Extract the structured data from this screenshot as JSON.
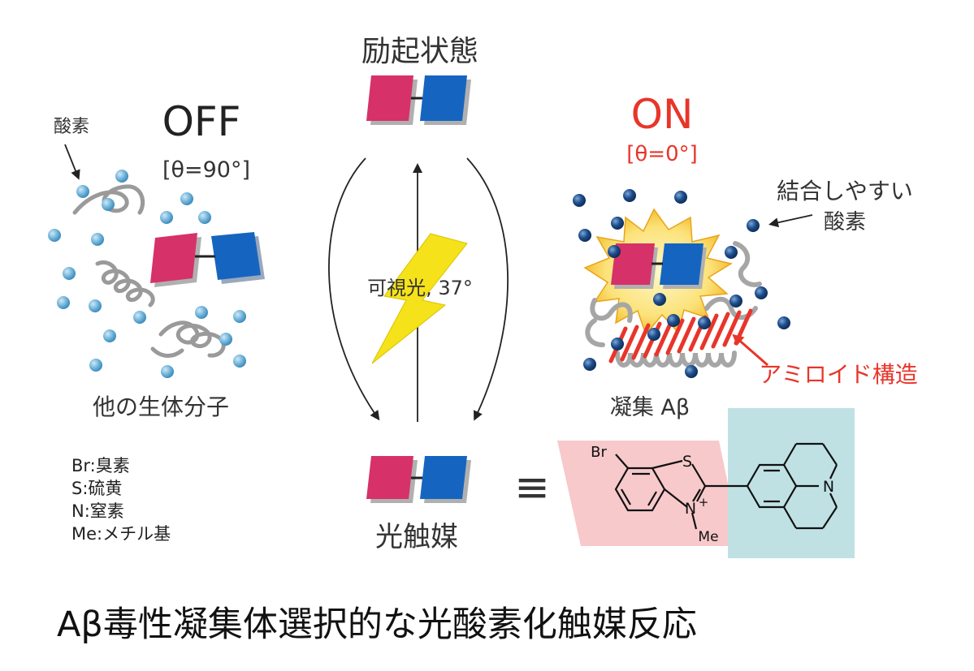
{
  "colors": {
    "pink": "#d63168",
    "blue": "#1565c0",
    "red_text": "#e8352a",
    "light_oxygen": "#6fb3d9",
    "dark_oxygen": "#1d4e8c",
    "yellow": "#f5e21a",
    "benzothiazole_bg": "#f7c9cb",
    "julolidine_bg": "#bfe1e4"
  },
  "excited_state": "励起状態",
  "off_panel": {
    "label": "OFF",
    "angle": "[θ=90°]",
    "oxygen": "酸素",
    "other": "他の生体分子"
  },
  "on_panel": {
    "label": "ON",
    "angle": "[θ=0°]",
    "oxygen_line1": "結合しやすい",
    "oxygen_line2": "酸素",
    "amyloid": "アミロイド構造",
    "aggregate": "凝集 Aβ"
  },
  "center": {
    "light": "可視光, 37°",
    "catalyst": "光触媒",
    "equals": "≡"
  },
  "structure": {
    "br": "Br",
    "s": "S",
    "n_plus": "N",
    "plus": "+",
    "me": "Me",
    "n": "N"
  },
  "legend": [
    "Br:臭素",
    "S:硫黄",
    "N:窒素",
    "Me:メチル基"
  ],
  "caption": "Aβ毒性凝集体選択的な光酸素化触媒反応"
}
